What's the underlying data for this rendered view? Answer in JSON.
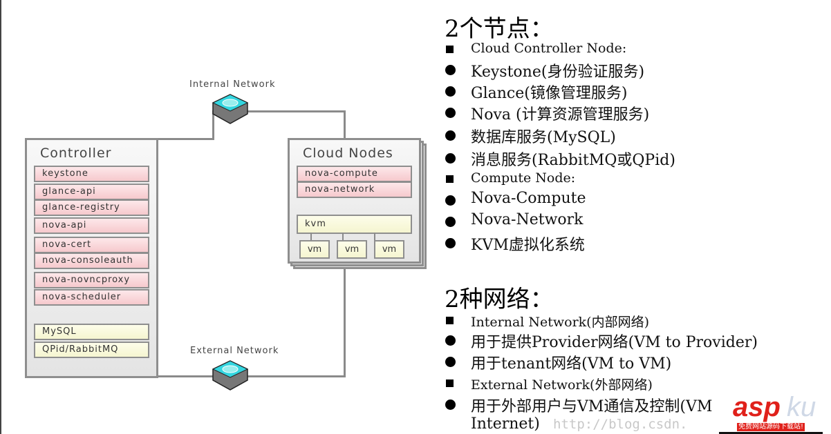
{
  "diagram": {
    "internal_network_label": "Internal Network",
    "external_network_label": "External Network",
    "controller": {
      "title": "Controller",
      "services": [
        "keystone",
        "glance-api",
        "glance-registry",
        "nova-api",
        "nova-cert",
        "nova-consoleauth",
        "nova-novncproxy",
        "nova-scheduler"
      ],
      "infra": [
        "MySQL",
        "QPid/RabbitMQ"
      ]
    },
    "cloud_nodes": {
      "title": "Cloud Nodes",
      "services": [
        "nova-compute",
        "nova-network"
      ],
      "hypervisor": "kvm",
      "vms": [
        "vm",
        "vm",
        "vm"
      ]
    },
    "colors": {
      "service": "#f6c9cd",
      "infra": "#f5f5d0",
      "switch": "#33d6e0",
      "border": "#8e8e8e"
    }
  },
  "text": {
    "nodes_heading": "2个节点：",
    "nodes_items": [
      {
        "type": "square",
        "text": "Cloud Controller Node:"
      },
      {
        "type": "dot",
        "text": "Keystone(身份验证服务)"
      },
      {
        "type": "dot",
        "text": "Glance(镜像管理服务)"
      },
      {
        "type": "dot",
        "text": "Nova (计算资源管理服务)"
      },
      {
        "type": "dot",
        "text": "数据库服务(MySQL)"
      },
      {
        "type": "dot",
        "text": "消息服务(RabbitMQ或QPid)"
      },
      {
        "type": "square",
        "text": "Compute Node:"
      },
      {
        "type": "dot",
        "text": "Nova-Compute"
      },
      {
        "type": "dot",
        "text": "Nova-Network"
      },
      {
        "type": "dot",
        "text": "KVM虚拟化系统"
      }
    ],
    "networks_heading": "2种网络：",
    "networks_items": [
      {
        "type": "square",
        "text": "Internal Network(内部网络)"
      },
      {
        "type": "dot",
        "text": "用于提供Provider网络(VM to Provider)"
      },
      {
        "type": "dot",
        "text": "用于tenant网络(VM to VM)"
      },
      {
        "type": "square",
        "text": "External Network(外部网络)"
      },
      {
        "type": "dot",
        "text": "用于外部用户与VM通信及控制(VM"
      },
      {
        "type": "none",
        "text": "Internet)"
      }
    ]
  },
  "watermark": {
    "brand_a": "asp",
    "brand_b": "ku",
    "blog": "http://blog.csdn.",
    "tagline": "免费网站源码下载站!"
  }
}
